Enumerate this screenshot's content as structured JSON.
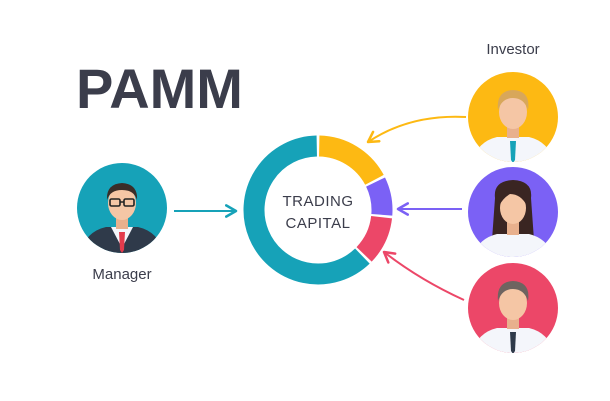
{
  "title": "PAMM",
  "center_label": {
    "line1": "TRADING",
    "line2": "CAPITAL"
  },
  "manager": {
    "label": "Manager",
    "bg_color": "#16a2b8"
  },
  "investor": {
    "label": "Investor"
  },
  "investors": [
    {
      "color": "#fdb913"
    },
    {
      "color": "#7b61f5"
    },
    {
      "color": "#ec4768"
    }
  ],
  "ring_segments": [
    {
      "color": "#fdb913",
      "share": 0.175
    },
    {
      "color": "#7b61f5",
      "share": 0.09
    },
    {
      "color": "#ec4768",
      "share": 0.11
    },
    {
      "color": "#16a2b8",
      "share": 0.625
    }
  ],
  "colors": {
    "title": "#3b3d4b",
    "text": "#3b3d4b",
    "arrow_manager": "#16a2b8",
    "skin": "#f5c6a5",
    "shirt": "#f4f6fb",
    "suit": "#2f3a4a"
  }
}
